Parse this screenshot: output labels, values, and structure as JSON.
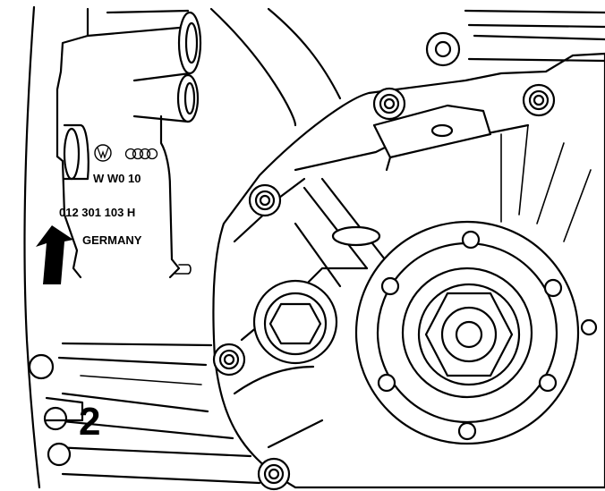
{
  "stamp": {
    "vw_logo": "vw-roundel",
    "audi_logo": "audi-four-rings",
    "code_line": "W W0 10",
    "part_number": "012 301 103 H",
    "origin": "GERMANY"
  },
  "callouts": [
    {
      "label": "2"
    }
  ],
  "colors": {
    "line": "#000000",
    "background": "#ffffff"
  }
}
